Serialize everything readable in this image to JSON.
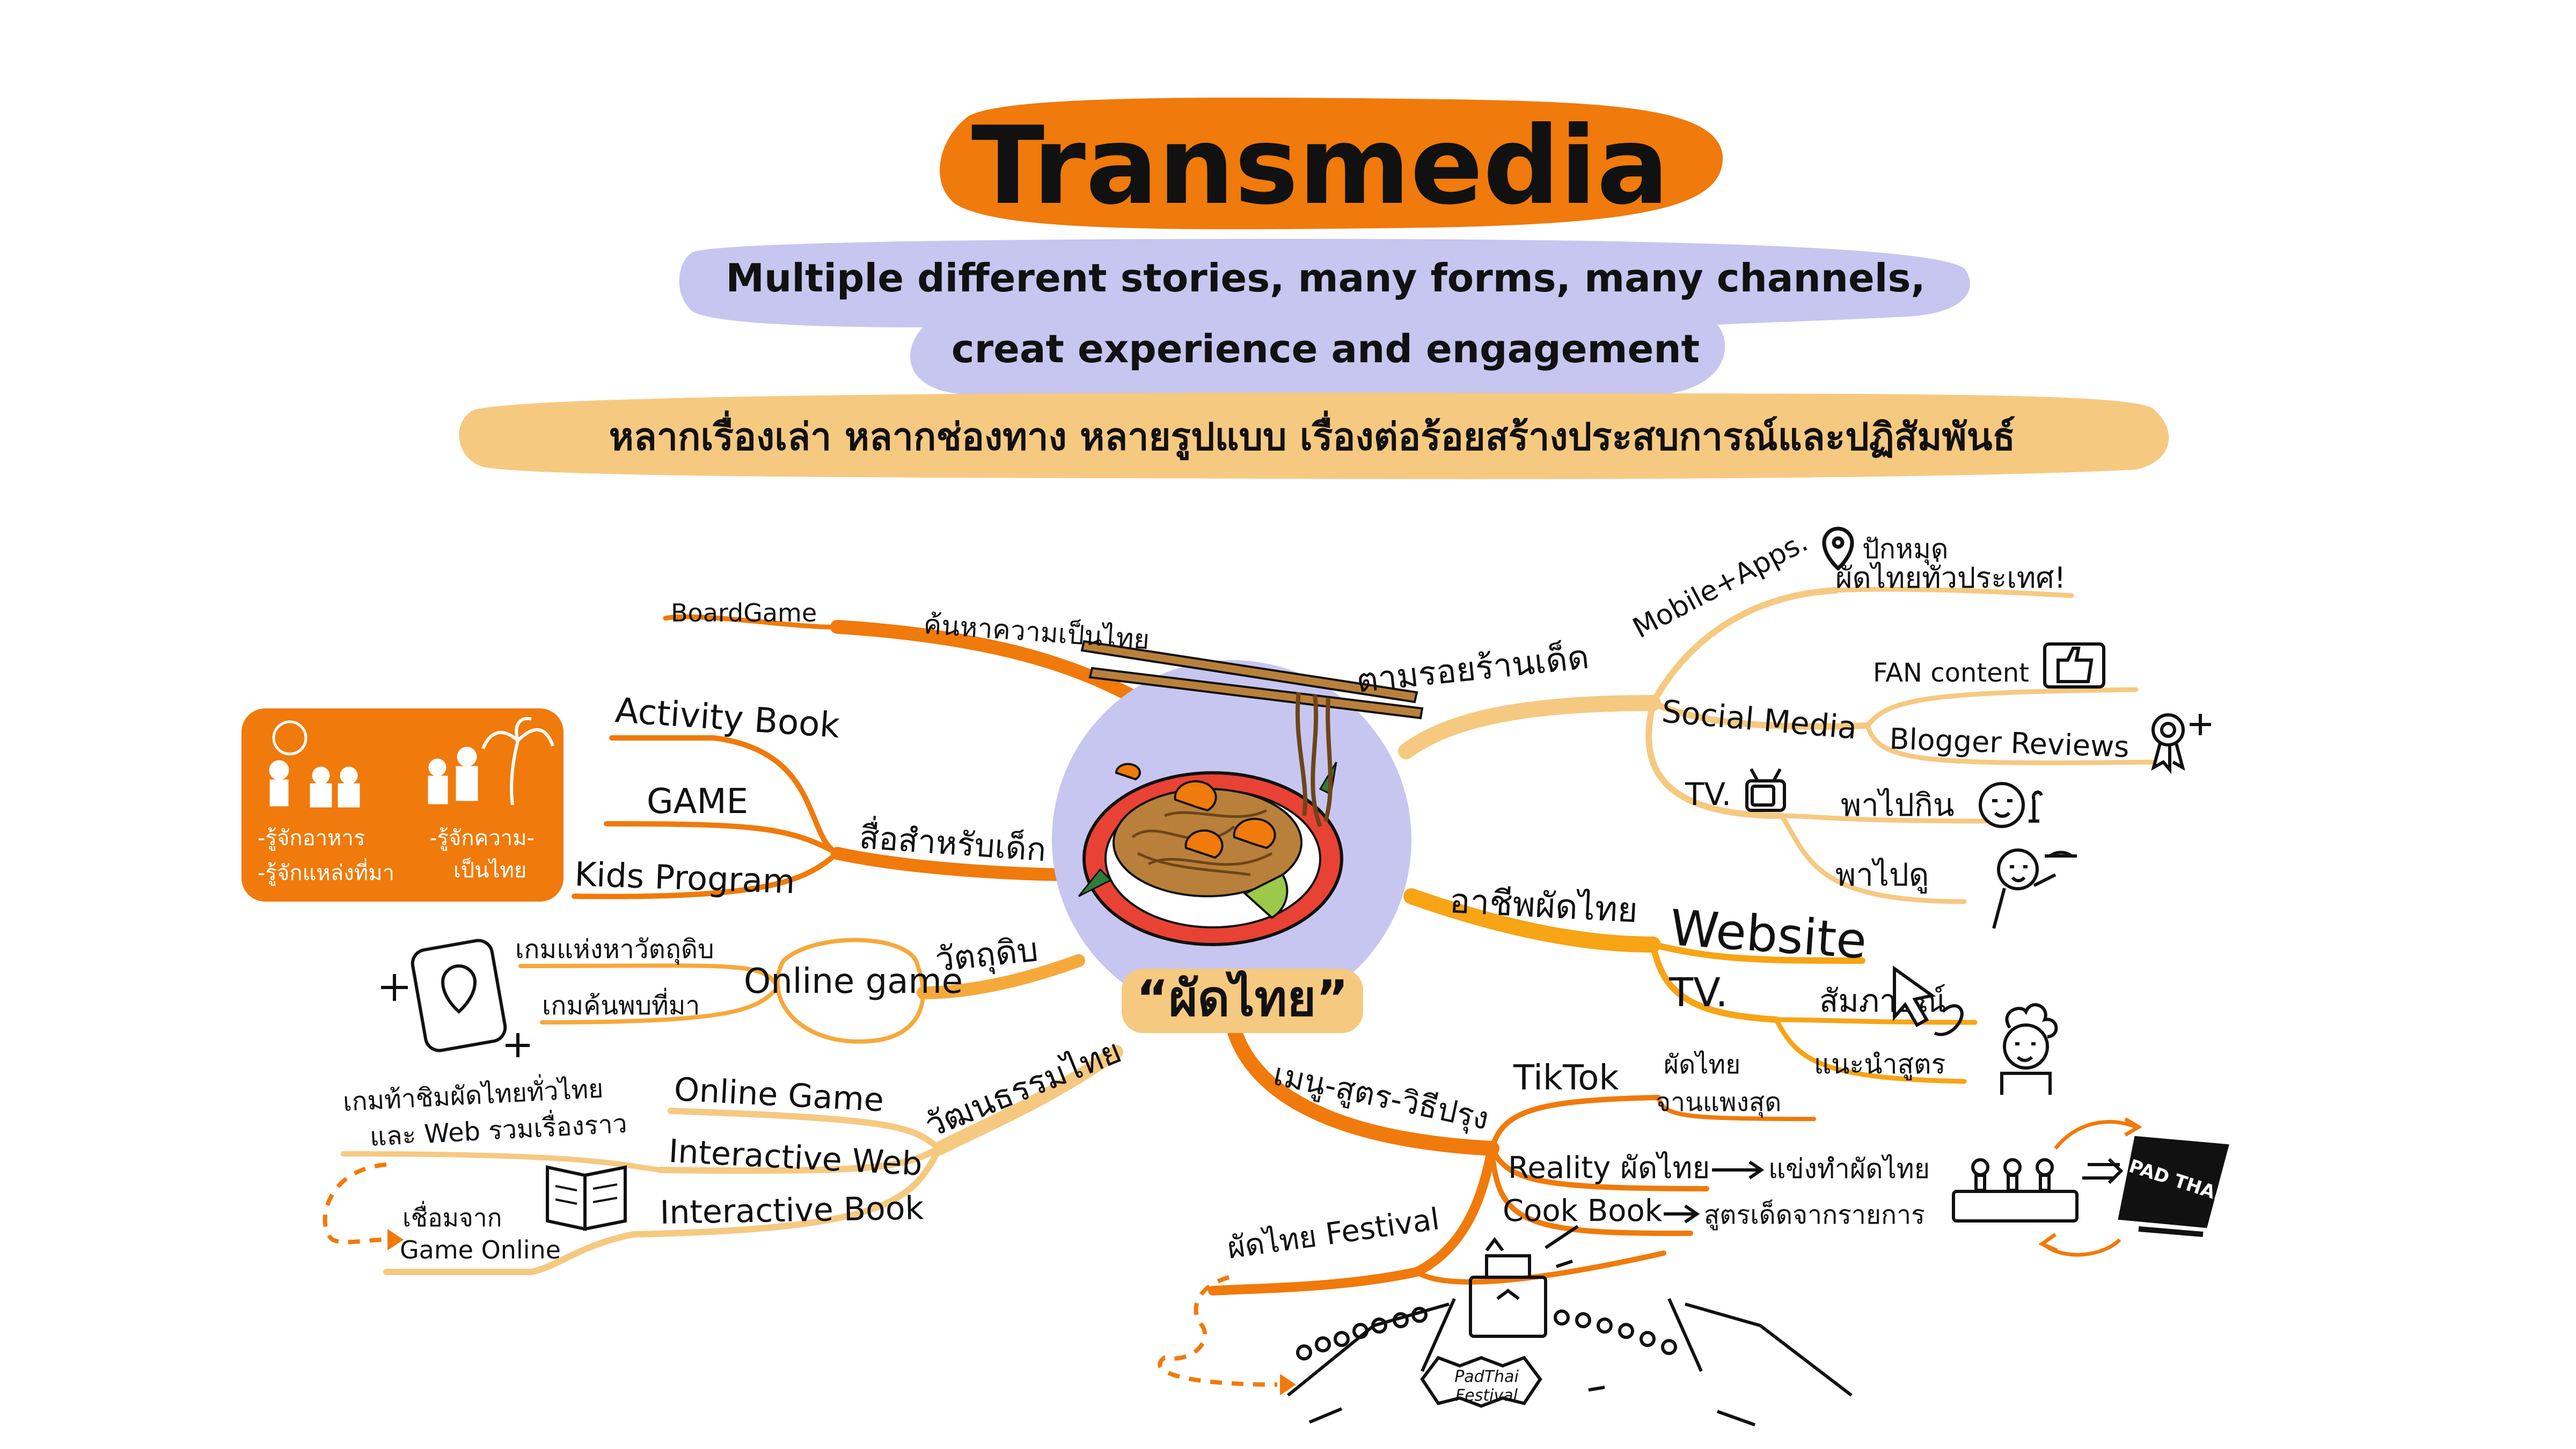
{
  "header": {
    "title": "Transmedia",
    "subtitle_line1": "Multiple different stories, many forms, many channels,",
    "subtitle_line2": "creat experience and engagement",
    "thai_line": "หลากเรื่องเล่า หลากช่องทาง หลายรูปแบบ เรื่องต่อร้อยสร้างประสบการณ์และปฏิสัมพันธ์"
  },
  "center": {
    "label": "“ผัดไทย”"
  },
  "branches": {
    "search": {
      "label": "ค้นหาความเป็นไทย",
      "children": [
        "BoardGame"
      ]
    },
    "kids": {
      "label": "สื่อสำหรับเด็ก",
      "children": [
        "Activity Book",
        "GAME",
        "Kids Program"
      ]
    },
    "ingredients": {
      "label": "วัตถุดิบ",
      "child": "Online game",
      "games": [
        "เกมแห่งหาวัตถุดิบ",
        "เกมค้นพบที่มา"
      ]
    },
    "culture": {
      "label": "วัฒนธรรมไทย",
      "children": [
        "Online Game",
        "Interactive Web",
        "Interactive Book"
      ],
      "note_line1": "เกมท้าชิมผัดไทยทั่วไทย",
      "note_line2": "และ Web รวมเรื่องราว",
      "link_line1": "เชื่อมจาก",
      "link_line2": "Game Online"
    },
    "trail": {
      "label": "ตามรอยร้านเด็ด",
      "mobile": "Mobile+Apps.",
      "pin_line1": "ปักหมุด",
      "pin_line2": "ผัดไทยทั่วประเทศ!",
      "social": "Social Media",
      "fan": "FAN content",
      "blogger": "Blogger Reviews",
      "tv": "TV.",
      "tv_items": [
        "พาไปกิน",
        "พาไปดู"
      ]
    },
    "career": {
      "label": "อาชีพผัดไทย",
      "website": "Website",
      "tv": "TV.",
      "tv_items": [
        "สัมภาษณ์",
        "แนะนำสูตร"
      ]
    },
    "menu": {
      "label": "เมนู-สูตร-วิธีปรุง",
      "tiktok": "TikTok",
      "tiktok_line1": "ผัดไทย",
      "tiktok_line2": "จานแพงสุด",
      "reality": "Reality ผัดไทย",
      "reality_note": "แข่งทำผัดไทย",
      "cookbook": "Cook Book",
      "cookbook_note": "สูตรเด็ดจากรายการ",
      "book_title": "PAD THAI",
      "festival": "ผัดไทย Festival",
      "festival_badge_line1": "PadThai",
      "festival_badge_line2": "Festival"
    }
  },
  "sidebox": {
    "left_line1": "-รู้จักอาหาร",
    "left_line2": "-รู้จักแหล่งที่มา",
    "right_line1": "-รู้จักความ-",
    "right_line2": "เป็นไทย"
  },
  "colors": {
    "orange": "#F07A0B",
    "light_orange": "#F6A93B",
    "yellow": "#F2C06C",
    "lavender": "#C7C6F0",
    "peach": "#F6C981"
  }
}
